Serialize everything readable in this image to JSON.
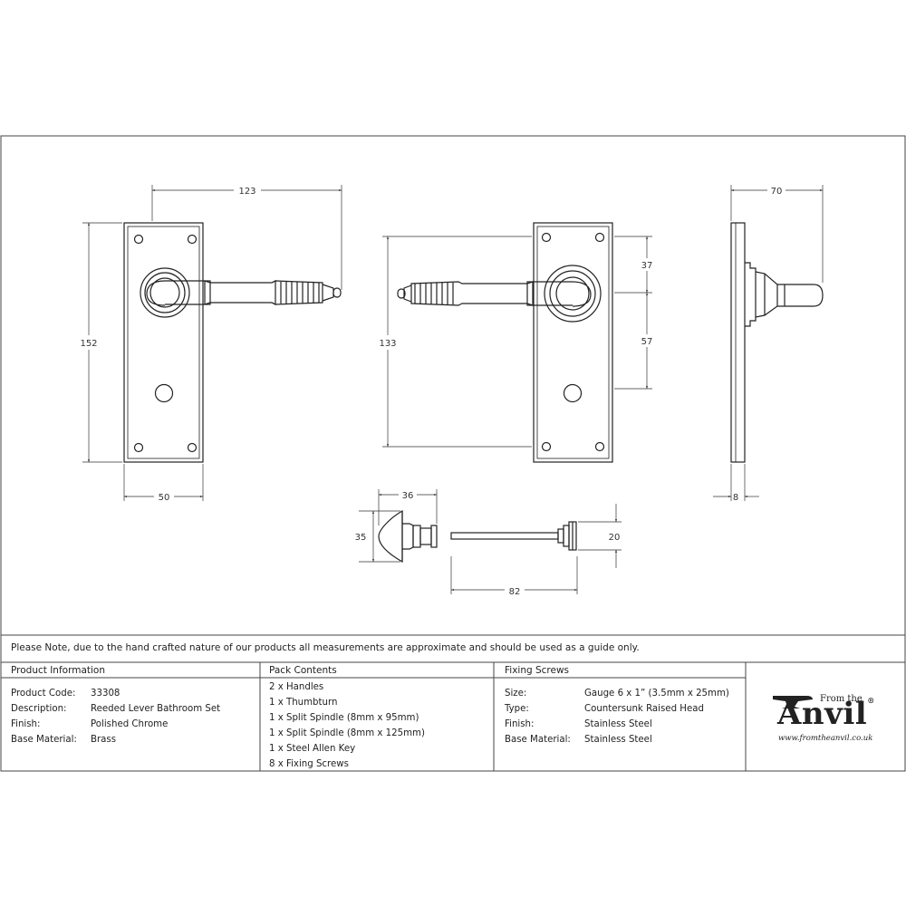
{
  "dimensions": {
    "front_width_overall": "123",
    "front_height": "152",
    "front_plate_width": "50",
    "rear_spindle_to_keyhole": "133",
    "rear_top_to_spindle": "37",
    "rear_spindle_to_key": "57",
    "side_projection": "70",
    "side_thickness": "8",
    "thumbturn_width": "36",
    "thumbturn_height": "35",
    "spindle_length": "82",
    "spindle_rose": "20"
  },
  "note": "Please Note, due to the hand crafted nature of our products all measurements are approximate and should be used as a guide only.",
  "product_information": {
    "heading": "Product Information",
    "rows": [
      {
        "label": "Product Code:",
        "value": "33308"
      },
      {
        "label": "Description:",
        "value": "Reeded Lever Bathroom Set"
      },
      {
        "label": "Finish:",
        "value": "Polished Chrome"
      },
      {
        "label": "Base Material:",
        "value": "Brass"
      }
    ]
  },
  "pack_contents": {
    "heading": "Pack Contents",
    "items": [
      "2 x Handles",
      "1 x Thumbturn",
      "1 x Split Spindle (8mm x 95mm)",
      "1 x Split Spindle (8mm x 125mm)",
      "1 x Steel Allen Key",
      "8 x Fixing Screws"
    ]
  },
  "fixing_screws": {
    "heading": "Fixing Screws",
    "rows": [
      {
        "label": "Size:",
        "value": "Gauge 6 x 1” (3.5mm x 25mm)"
      },
      {
        "label": "Type:",
        "value": "Countersunk Raised Head"
      },
      {
        "label": "Finish:",
        "value": "Stainless Steel"
      },
      {
        "label": "Base Material:",
        "value": "Stainless Steel"
      }
    ]
  },
  "logo": {
    "from_the": "From the",
    "word": "Anvil",
    "trademark": "®",
    "url": "www.fromtheanvil.co.uk"
  }
}
